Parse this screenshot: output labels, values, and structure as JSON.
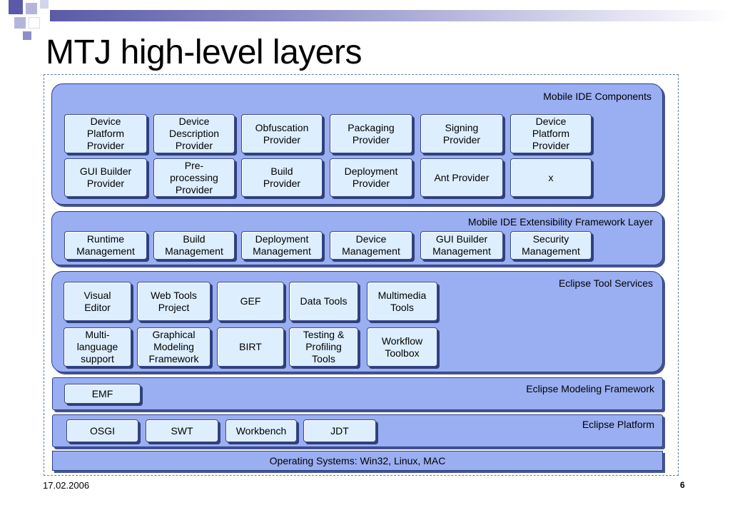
{
  "title": "MTJ high-level layers",
  "layers": {
    "mobile_ide_components": {
      "label": "Mobile IDE Components",
      "row1": [
        "Device\nPlatform\nProvider",
        "Device\nDescription\nProvider",
        "Obfuscation\nProvider",
        "Packaging\nProvider",
        "Signing\nProvider",
        "Device\nPlatform\nProvider"
      ],
      "row2": [
        "GUI Builder\nProvider",
        "Pre-\nprocessing\nProvider",
        "Build\nProvider",
        "Deployment\nProvider",
        "Ant Provider",
        "x"
      ]
    },
    "extensibility": {
      "label": "Mobile IDE Extensibility Framework Layer",
      "items": [
        "Runtime\nManagement",
        "Build\nManagement",
        "Deployment\nManagement",
        "Device\nManagement",
        "GUI Builder\nManagement",
        "Security\nManagement"
      ]
    },
    "tool_services": {
      "label": "Eclipse Tool Services",
      "row1": [
        "Visual\nEditor",
        "Web Tools\nProject",
        "GEF",
        "Data Tools",
        "Multimedia\nTools"
      ],
      "row2": [
        "Multi-\nlanguage\nsupport",
        "Graphical\nModeling\nFramework",
        "BIRT",
        "Testing &\nProfiling\nTools",
        "Workflow\nToolbox"
      ]
    },
    "emf": {
      "label": "Eclipse Modeling Framework",
      "items": [
        "EMF"
      ]
    },
    "platform": {
      "label": "Eclipse Platform",
      "items": [
        "OSGI",
        "SWT",
        "Workbench",
        "JDT"
      ]
    },
    "os": {
      "label": "Operating Systems: Win32, Linux, MAC"
    }
  },
  "footer": {
    "date": "17.02.2006",
    "page": "6"
  }
}
